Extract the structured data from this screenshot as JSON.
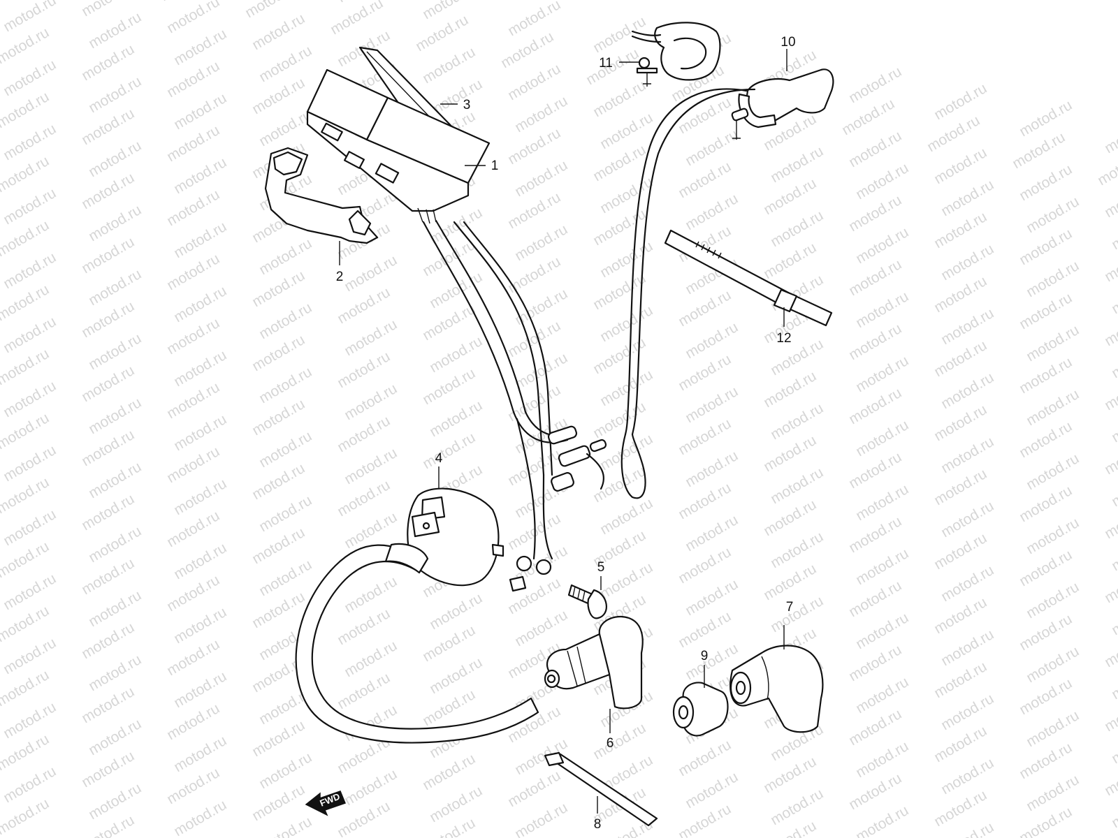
{
  "watermark": {
    "text": "motod.ru"
  },
  "fwd_label": "FWD",
  "parts": [
    {
      "id": "part-1",
      "label": "1"
    },
    {
      "id": "part-2",
      "label": "2"
    },
    {
      "id": "part-3",
      "label": "3"
    },
    {
      "id": "part-4",
      "label": "4"
    },
    {
      "id": "part-5",
      "label": "5"
    },
    {
      "id": "part-6",
      "label": "6"
    },
    {
      "id": "part-7",
      "label": "7"
    },
    {
      "id": "part-8",
      "label": "8"
    },
    {
      "id": "part-9",
      "label": "9"
    },
    {
      "id": "part-10",
      "label": "10"
    },
    {
      "id": "part-11",
      "label": "11"
    },
    {
      "id": "part-12",
      "label": "12"
    }
  ]
}
